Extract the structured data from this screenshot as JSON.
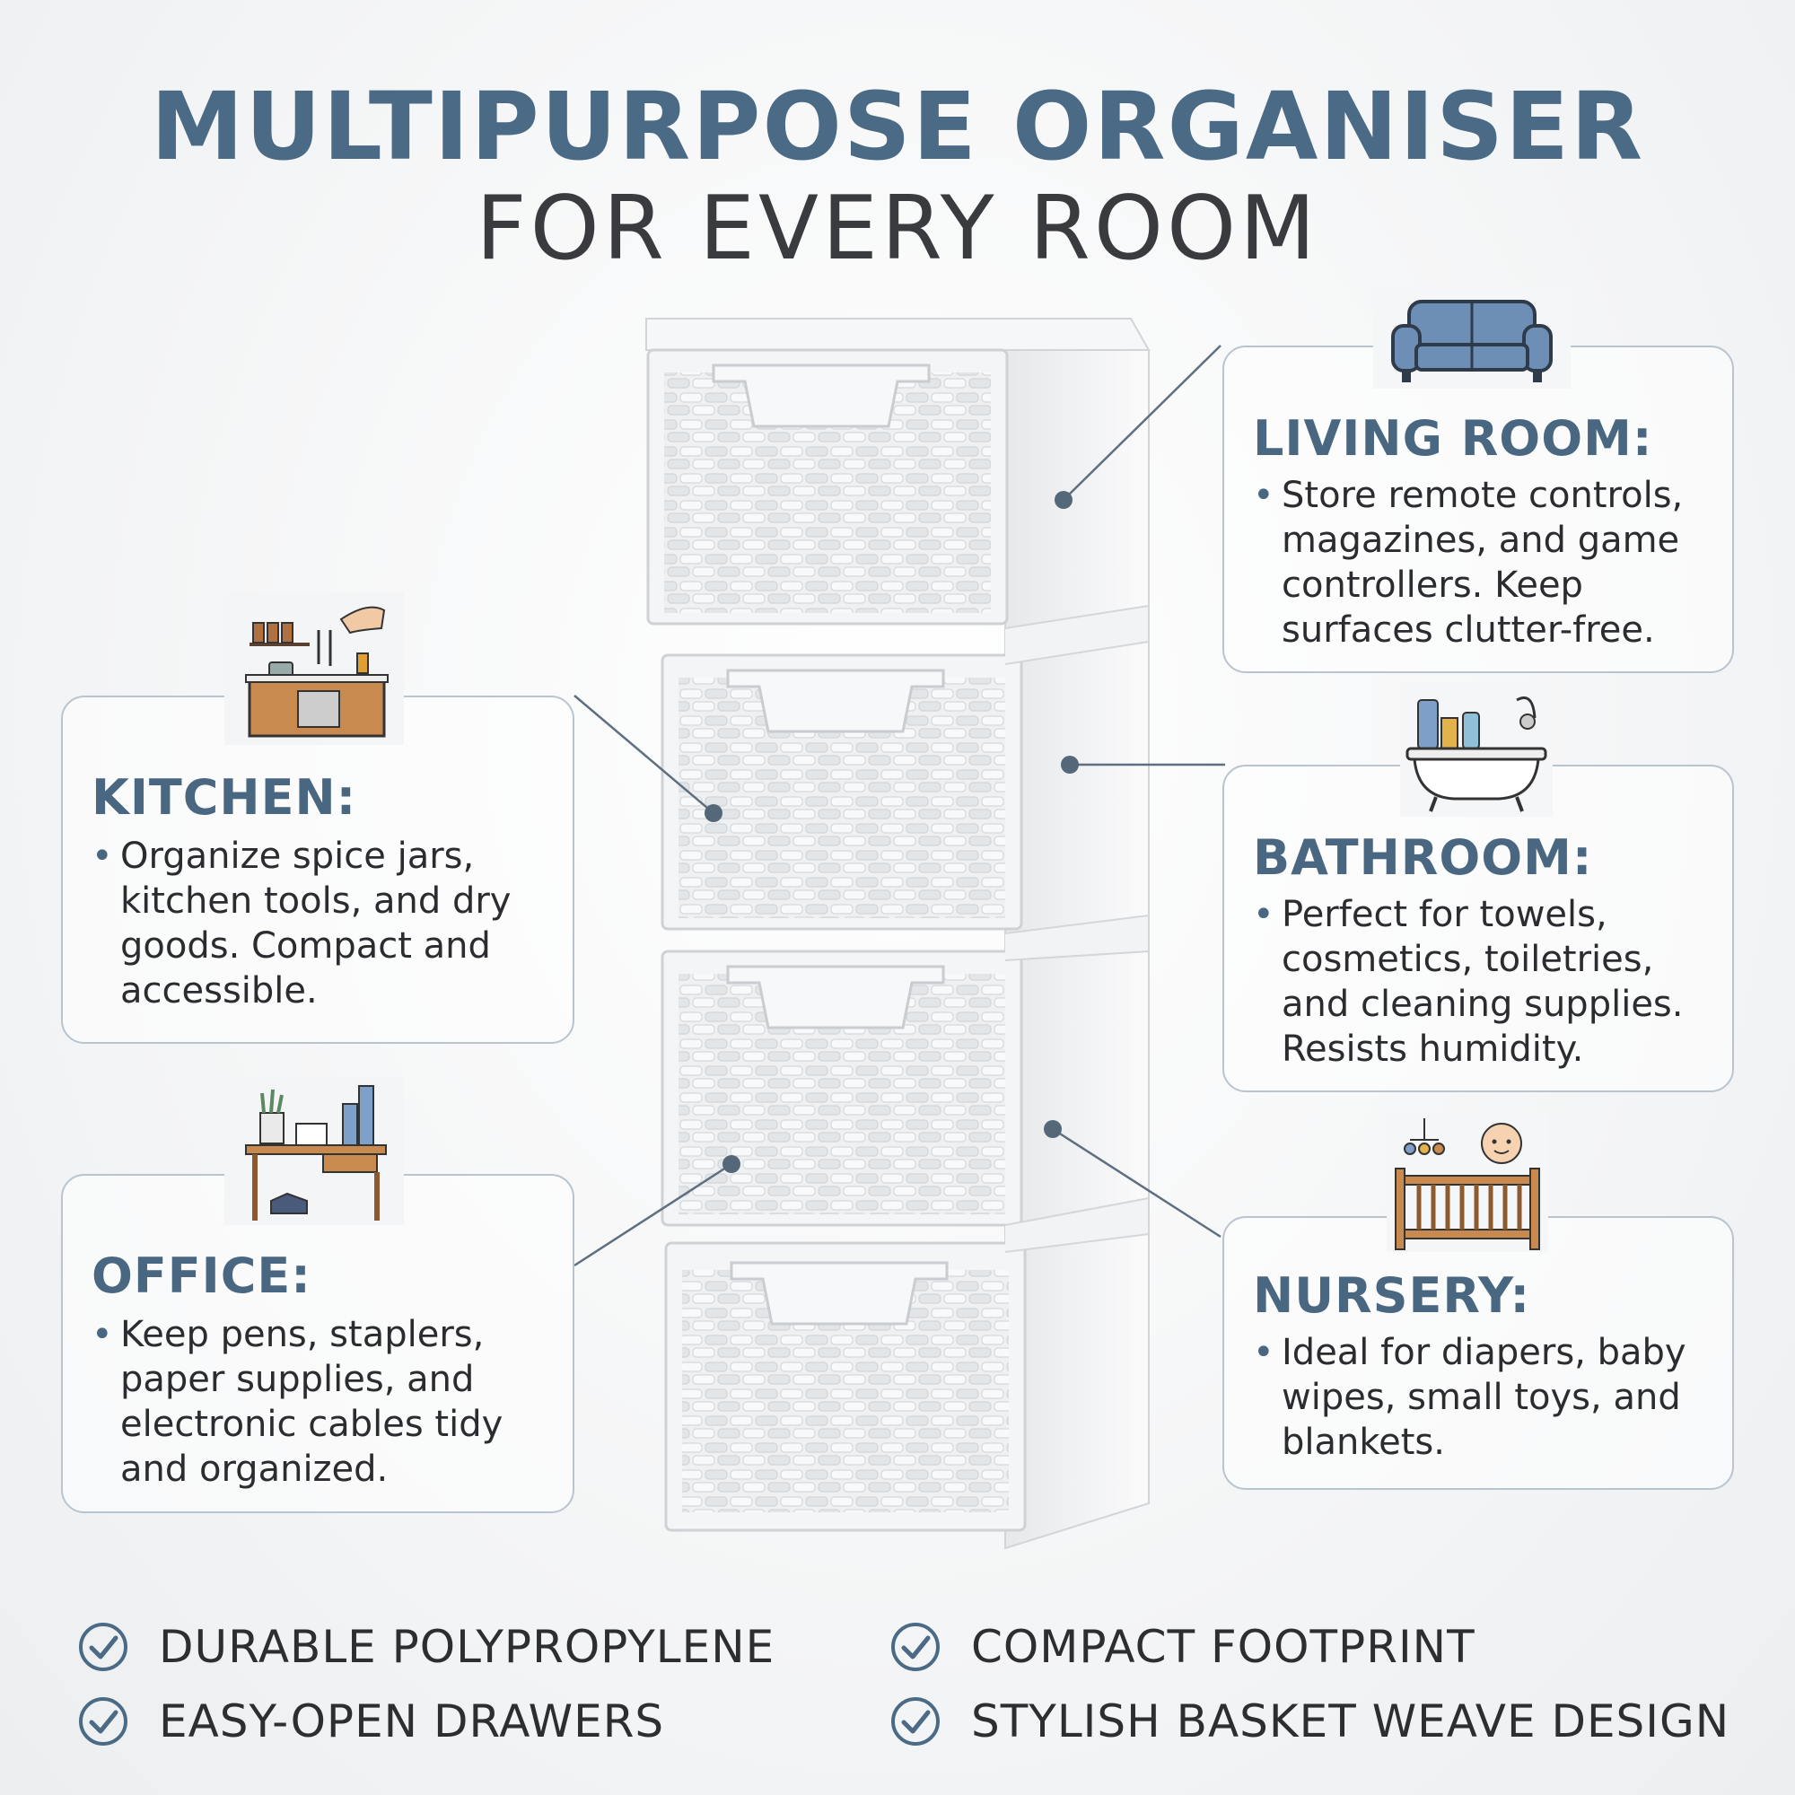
{
  "title": {
    "line1": "MULTIPURPOSE ORGANISER",
    "line2": "FOR EVERY ROOM"
  },
  "rooms": [
    {
      "key": "kitchen",
      "heading": "KITCHEN:",
      "text": "Organize spice jars, kitchen tools, and dry goods. Compact and accessible.",
      "icon": "kitchen-icon"
    },
    {
      "key": "office",
      "heading": "OFFICE:",
      "text": "Keep pens, staplers, paper supplies, and electronic cables tidy and organized.",
      "icon": "office-desk-icon"
    },
    {
      "key": "living",
      "heading": "LIVING ROOM:",
      "text": "Store remote controls, magazines, and game controllers. Keep surfaces clutter-free.",
      "icon": "sofa-icon"
    },
    {
      "key": "bathroom",
      "heading": "BATHROOM:",
      "text": "Perfect for towels, cosmetics, toiletries, and cleaning supplies. Resists humidity.",
      "icon": "bathtub-icon"
    },
    {
      "key": "nursery",
      "heading": "NURSERY:",
      "text": "Ideal for diapers, baby wipes, small toys, and blankets.",
      "icon": "crib-icon"
    }
  ],
  "features": [
    "DURABLE POLYPROPYLENE",
    "COMPACT FOOTPRINT",
    "EASY-OPEN DRAWERS",
    "STYLISH BASKET WEAVE DESIGN"
  ],
  "colors": {
    "accent": "#4b6a85",
    "card_border": "#b9c4cf",
    "text": "#2f3033"
  }
}
